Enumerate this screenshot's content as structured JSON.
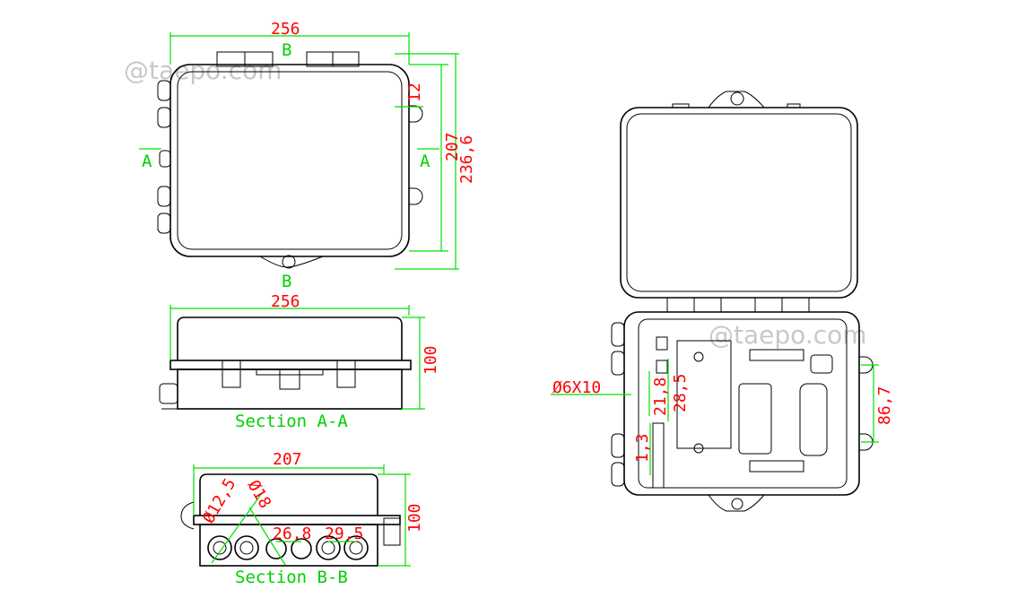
{
  "watermark": "@taepo.com",
  "colors": {
    "outline": "#000000",
    "dimension_line": "#00e000",
    "dimension_text": "#ff0000",
    "section_label": "#00d000"
  },
  "top_view": {
    "width": "256",
    "height_inner": "207",
    "height_outer": "236,6",
    "flange": "12",
    "section_a": "A",
    "section_b": "B"
  },
  "section_aa": {
    "width": "256",
    "height": "100",
    "title": "Section A-A"
  },
  "section_bb": {
    "width": "207",
    "height": "100",
    "dia_large": "Ø12,5",
    "dia_small": "Ø18",
    "pitch_1": "26,8",
    "pitch_2": "29,5",
    "title": "Section B-B"
  },
  "open_view": {
    "mount_hole": "Ø6X10",
    "dim_1": "21,8",
    "dim_2": "28,5",
    "dim_3": "1,3",
    "dim_4": "86,7"
  }
}
